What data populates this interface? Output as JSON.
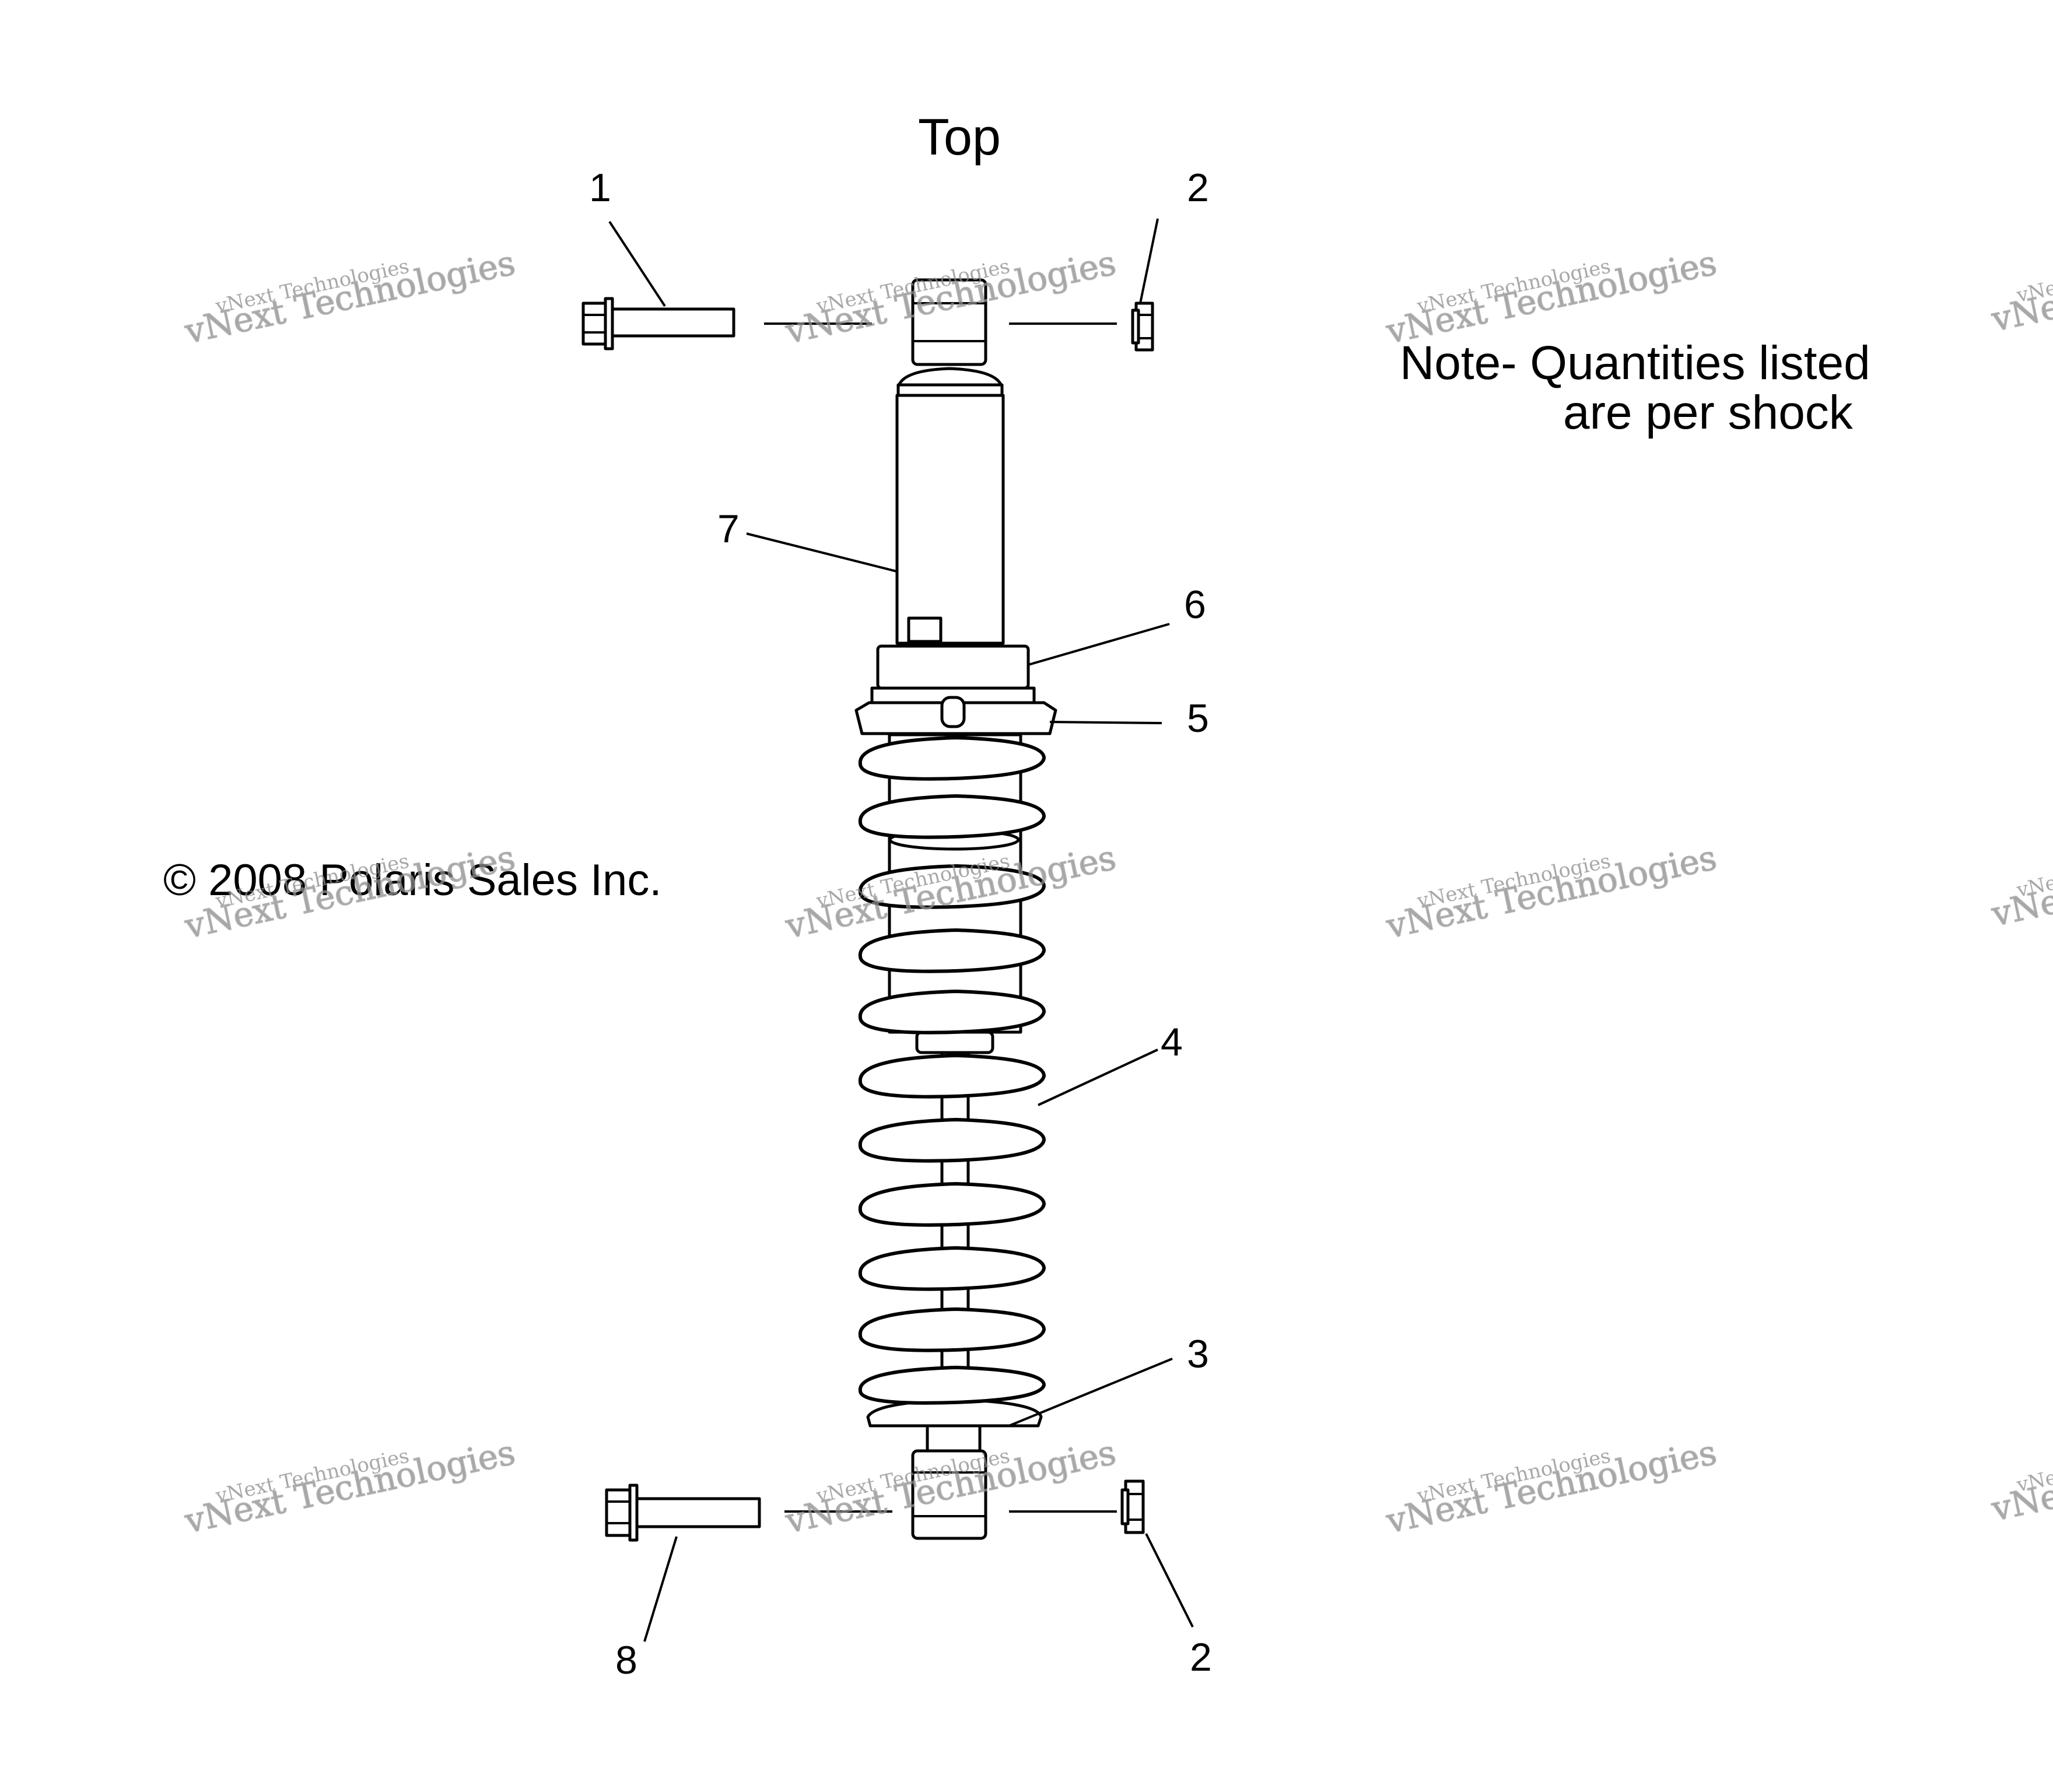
{
  "title": "Top",
  "note": {
    "line1": "Note- Quantities listed",
    "line2": "are per shock"
  },
  "copyright": "© 2008 Polaris Sales Inc.",
  "callouts": [
    {
      "id": "1"
    },
    {
      "id": "2"
    },
    {
      "id": "7"
    },
    {
      "id": "6"
    },
    {
      "id": "5"
    },
    {
      "id": "4"
    },
    {
      "id": "3"
    },
    {
      "id": "8"
    },
    {
      "id": "2"
    }
  ],
  "watermark": {
    "small": "vNext Technologies",
    "large": "vNext Technologies"
  },
  "colors": {
    "ink": "#000000",
    "watermark": "#8a8a8a",
    "background": "#ffffff"
  }
}
